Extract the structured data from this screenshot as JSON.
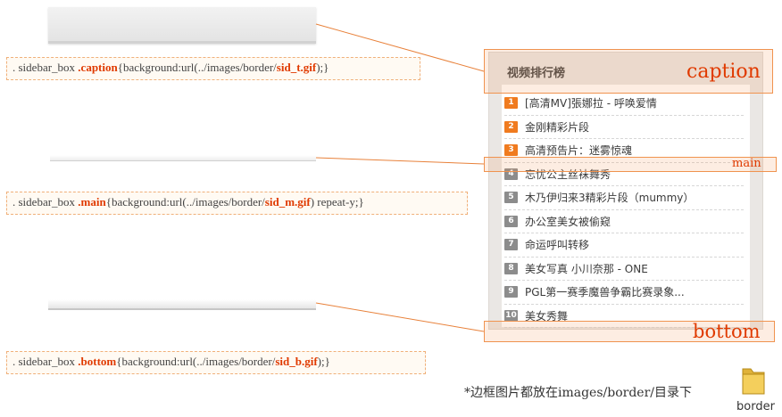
{
  "code": {
    "caption": {
      "prefix": ". sidebar_box ",
      "cls": ".caption",
      "mid": "{background:url(../images/border/",
      "file": "sid_t.gif",
      "suffix": ");}"
    },
    "main": {
      "prefix": ". sidebar_box ",
      "cls": ".main",
      "mid": "{background:url(../images/border/",
      "file": "sid_m.gif",
      "suffix": ") repeat-y;}"
    },
    "bottom": {
      "prefix": ". sidebar_box ",
      "cls": ".bottom",
      "mid": "{background:url(../images/border/",
      "file": "sid_b.gif",
      "suffix": ");}"
    }
  },
  "sidebar": {
    "title": "视频排行榜",
    "items": [
      {
        "rank": "1",
        "text": "[高清MV]張娜拉 - 呼唤爱情"
      },
      {
        "rank": "2",
        "text": "金刚精彩片段"
      },
      {
        "rank": "3",
        "text": "高清预告片：迷雾惊魂"
      },
      {
        "rank": "4",
        "text": "忘忧公主丝袜舞秀"
      },
      {
        "rank": "5",
        "text": "木乃伊归来3精彩片段（mummy）"
      },
      {
        "rank": "6",
        "text": "办公室美女被偷窥"
      },
      {
        "rank": "7",
        "text": "命运呼叫转移"
      },
      {
        "rank": "8",
        "text": "美女写真 小川奈那 - ONE"
      },
      {
        "rank": "9",
        "text": "PGL第一赛季魔兽争霸比赛录象..."
      },
      {
        "rank": "10",
        "text": "美女秀舞"
      }
    ]
  },
  "labels": {
    "caption": "caption",
    "main": "main",
    "bottom": "bottom"
  },
  "note": "*边框图片都放在images/border/目录下",
  "folder": {
    "label": "border",
    "icon": "folder-icon"
  },
  "colors": {
    "accent": "#e03a00",
    "highlight": "#f0934f",
    "rank_top": "#f07b1f",
    "rank_rest": "#8c8c8c"
  }
}
